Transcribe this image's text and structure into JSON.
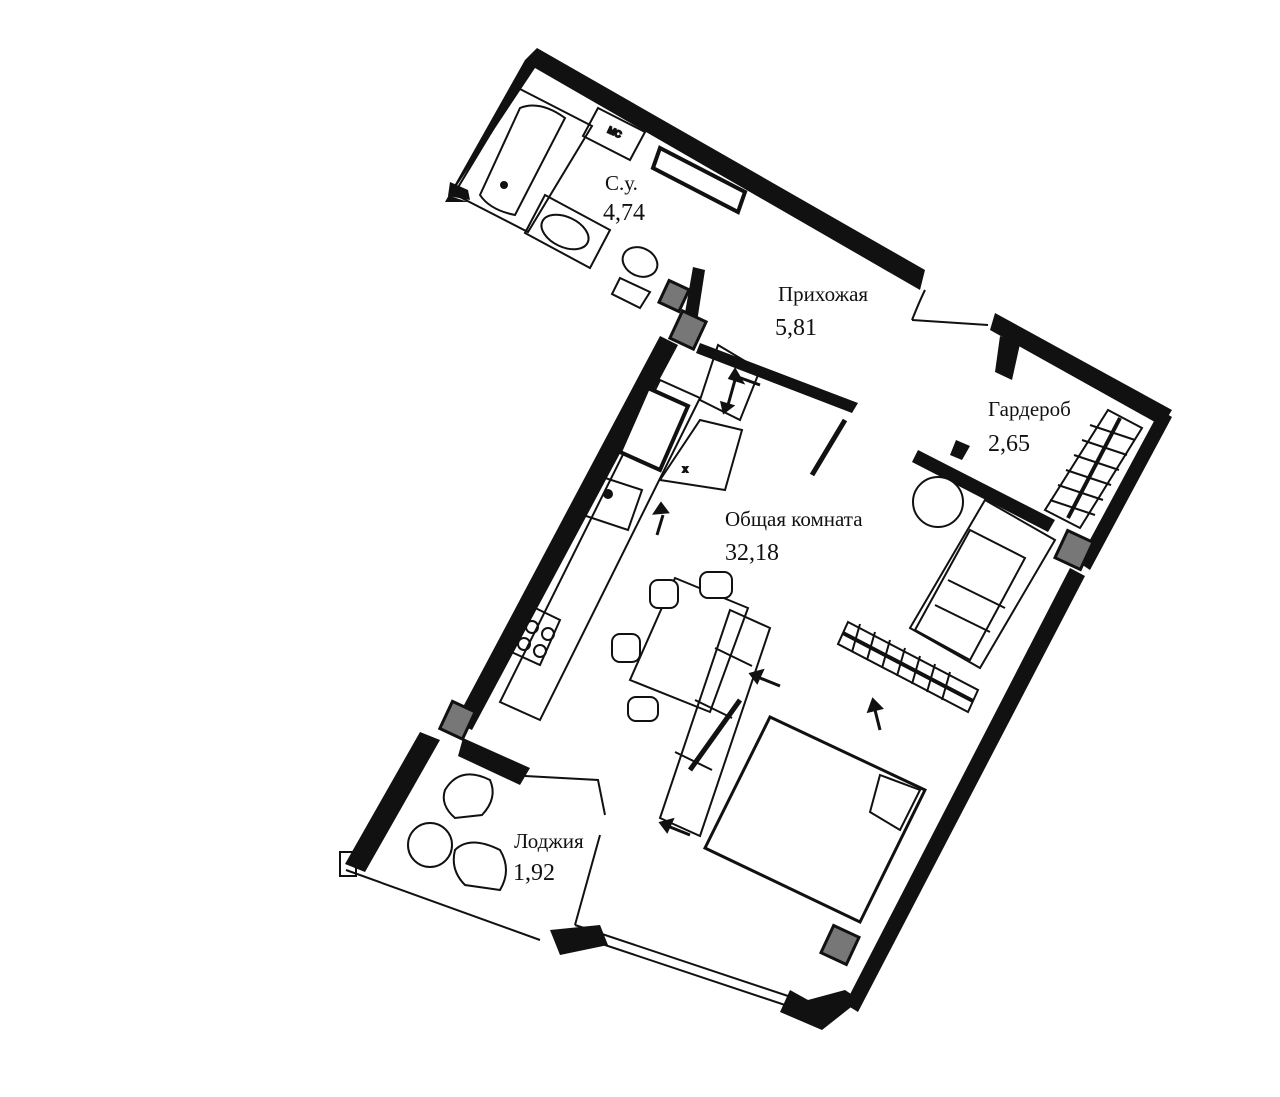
{
  "colors": {
    "wall": "#111111",
    "line": "#111111",
    "background": "#ffffff"
  },
  "rooms": [
    {
      "id": "bathroom",
      "name": "С.у.",
      "area": "4,74"
    },
    {
      "id": "hallway",
      "name": "Прихожая",
      "area": "5,81"
    },
    {
      "id": "wardrobe",
      "name": "Гардероб",
      "area": "2,65"
    },
    {
      "id": "living",
      "name": "Общая комната",
      "area": "32,18"
    },
    {
      "id": "loggia",
      "name": "Лоджия",
      "area": "1,92"
    }
  ],
  "fixtures": {
    "washer_label": "МС",
    "dishwasher_label": "х"
  },
  "icons": [
    "bathtub-icon",
    "sink-icon",
    "toilet-icon",
    "stove-icon",
    "bed-icon",
    "sofa-icon",
    "table-icon",
    "chair-icon",
    "armchair-icon",
    "arrow-icon"
  ]
}
